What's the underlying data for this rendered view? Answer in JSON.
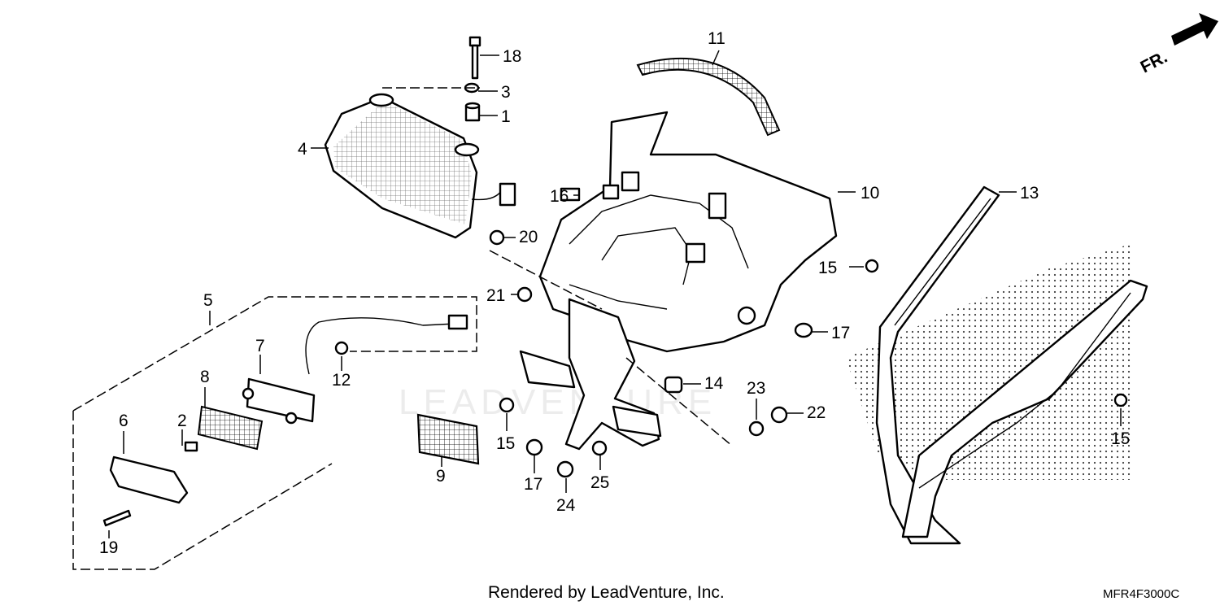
{
  "watermark": "LEADVENTURE",
  "footer": {
    "rendered_by": "Rendered by LeadVenture, Inc.",
    "code": "MFR4F3000C"
  },
  "fr_arrow": {
    "label": "FR."
  },
  "parts": [
    {
      "key": "p1",
      "label": "1"
    },
    {
      "key": "p2",
      "label": "2"
    },
    {
      "key": "p3",
      "label": "3"
    },
    {
      "key": "p4",
      "label": "4"
    },
    {
      "key": "p5",
      "label": "5"
    },
    {
      "key": "p6",
      "label": "6"
    },
    {
      "key": "p7",
      "label": "7"
    },
    {
      "key": "p8",
      "label": "8"
    },
    {
      "key": "p9",
      "label": "9"
    },
    {
      "key": "p10",
      "label": "10"
    },
    {
      "key": "p11",
      "label": "11"
    },
    {
      "key": "p12",
      "label": "12"
    },
    {
      "key": "p13",
      "label": "13"
    },
    {
      "key": "p14",
      "label": "14"
    },
    {
      "key": "p15a",
      "label": "15"
    },
    {
      "key": "p15b",
      "label": "15"
    },
    {
      "key": "p15c",
      "label": "15"
    },
    {
      "key": "p16",
      "label": "16"
    },
    {
      "key": "p17a",
      "label": "17"
    },
    {
      "key": "p17b",
      "label": "17"
    },
    {
      "key": "p18",
      "label": "18"
    },
    {
      "key": "p19",
      "label": "19"
    },
    {
      "key": "p20",
      "label": "20"
    },
    {
      "key": "p21",
      "label": "21"
    },
    {
      "key": "p22",
      "label": "22"
    },
    {
      "key": "p23",
      "label": "23"
    },
    {
      "key": "p24",
      "label": "24"
    },
    {
      "key": "p25",
      "label": "25"
    }
  ]
}
